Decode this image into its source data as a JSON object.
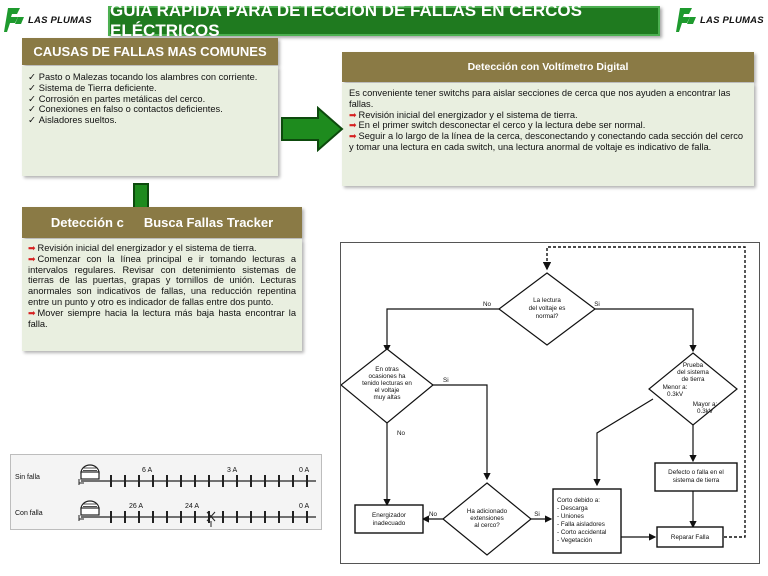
{
  "header": {
    "title": "GUIA RÁPIDA PARA DETECCIÓN DE FALLAS EN CERCOS ELÉCTRICOS",
    "logo_left": "LAS PLUMAS",
    "logo_right": "LAS PLUMAS"
  },
  "causes": {
    "title": "CAUSAS DE FALLAS MAS COMUNES",
    "items": [
      "Pasto o Malezas tocando los alambres con corriente.",
      "Sistema de Tierra deficiente.",
      "Corrosión en partes metálicas del cerco.",
      "Conexiones en falso o contactos deficientes.",
      "Aisladores sueltos."
    ]
  },
  "voltmeter": {
    "title": "Detección con Voltímetro Digital",
    "intro": "Es conveniente tener switchs para aislar secciones de cerca que nos ayuden a encontrar las fallas.",
    "steps": [
      "Revisión inicial del energizador y el sistema de tierra.",
      "En el primer switch desconectar el cerco y la lectura debe ser normal.",
      "Seguir a lo largo de la línea de la cerca, desconectando y conectando cada sección del cerco y tomar una lectura en cada switch, una lectura anormal de voltaje  es indicativo de falla."
    ]
  },
  "tracker": {
    "title": "Detección c",
    "title_rest": "Busca Fallas Tracker",
    "steps": [
      "Revisión inicial del energizador y el sistema de tierra.",
      "Comenzar con la línea principal e ir tomando lecturas a intervalos regulares. Revisar con detenimiento sistemas de tierras de las puertas, grapas y tornillos de unión. Lecturas anormales son indicativos de fallas, una reducción repentina entre un punto y otro es indicador de fallas entre dos punto.",
      "Mover siempre hacia la lectura más baja hasta encontrar la falla."
    ]
  },
  "fence_diagram": {
    "row1_label": "Sin falla",
    "row1_ticks": [
      "6 A",
      "3 A",
      "0 A"
    ],
    "row2_label": "Con falla",
    "row2_ticks": [
      "26 A",
      "24 A",
      "0 A"
    ]
  },
  "flowchart": {
    "d1": [
      "La lectura",
      "del voltaje es",
      "normal?"
    ],
    "d1_no": "No",
    "d1_si": "Si",
    "d2": [
      "En otras",
      "ocasiones ha",
      "tenido lecturas en",
      "el voltaje",
      "muy altas"
    ],
    "d2_si": "Si",
    "d2_no": "No",
    "d3": [
      "Prueba",
      "del sistema",
      "de tierra"
    ],
    "d3_menor": [
      "Menor a:",
      "0.3kV"
    ],
    "d3_mayor": [
      "Mayor a:",
      "0.3kV"
    ],
    "d4": [
      "Ha adicionado",
      "extensiones",
      "al cerco?"
    ],
    "d4_no": "No",
    "d4_si": "Si",
    "box_energizador": [
      "Energizador",
      "inadecuado"
    ],
    "box_corto": [
      "Corto debido a:",
      "- Descarga",
      "- Uniones",
      "- Falla aisladores",
      "- Corto accidental",
      "- Vegetación"
    ],
    "box_defecto": [
      "Defecto o falla en el",
      "sistema de tierra"
    ],
    "box_reparar": "Reparar Falla"
  },
  "colors": {
    "title_green": "#1f7a1f",
    "panel_head": "#8a7a45",
    "panel_body": "#e9efe0",
    "arrow_green": "#1e8b1e",
    "bullet_red": "#d62020"
  }
}
